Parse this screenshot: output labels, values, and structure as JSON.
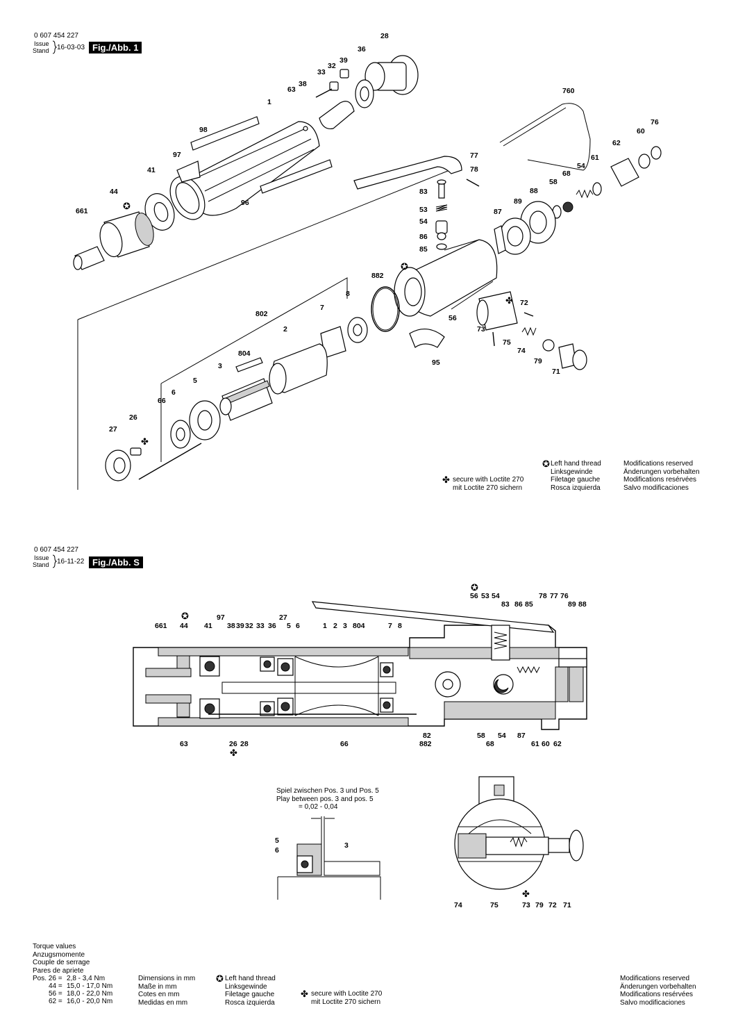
{
  "fig1": {
    "doc_number": "0 607 454 227",
    "issue_label": "Issue",
    "stand_label": "Stand",
    "date": "16-03-03",
    "badge": "Fig./Abb. 1",
    "parts": [
      "28",
      "36",
      "39",
      "32",
      "33",
      "38",
      "63",
      "1",
      "760",
      "76",
      "60",
      "62",
      "61",
      "54",
      "68",
      "58",
      "98",
      "97",
      "77",
      "78",
      "41",
      "83",
      "53",
      "54",
      "86",
      "85",
      "88",
      "89",
      "87",
      "44",
      "661",
      "96",
      "882",
      "56",
      "72",
      "73",
      "75",
      "74",
      "79",
      "71",
      "95",
      "8",
      "7",
      "802",
      "2",
      "804",
      "3",
      "5",
      "6",
      "66",
      "26",
      "27"
    ],
    "legend_lh": [
      "Left hand thread",
      "Linksgewinde",
      "Filetage gauche",
      "Rosca izquierda"
    ],
    "legend_loctite": [
      "secure with Loctite 270",
      "mit Loctite 270 sichern"
    ],
    "legend_mods": [
      "Modifications reserved",
      "Änderungen vorbehalten",
      "Modifications resérvées",
      "Salvo modificaciones"
    ]
  },
  "figS": {
    "doc_number": "0 607 454 227",
    "issue_label": "Issue",
    "stand_label": "Stand",
    "date": "16-11-22",
    "badge": "Fig./Abb. S",
    "top_labels": [
      "661",
      "44",
      "41",
      "97",
      "38",
      "39",
      "32",
      "33",
      "36",
      "27",
      "5",
      "6",
      "1",
      "2",
      "3",
      "804",
      "7",
      "8",
      "56",
      "53",
      "54",
      "83",
      "86",
      "85",
      "78",
      "77",
      "76",
      "89",
      "88"
    ],
    "bottom_labels": [
      "63",
      "26",
      "28",
      "66",
      "82",
      "882",
      "58",
      "68",
      "54",
      "87",
      "61",
      "60",
      "62"
    ],
    "play_note": [
      "Spiel zwischen Pos. 3 und Pos. 5",
      "Play between pos. 3 and pos. 5",
      "= 0,02 - 0,04"
    ],
    "detail_labels": [
      "5",
      "6",
      "3"
    ],
    "valve_labels": [
      "74",
      "75",
      "73",
      "79",
      "72",
      "71"
    ],
    "torque_title": [
      "Torque values",
      "Anzugsmomente",
      "Couple de serrage",
      "Pares de apriete"
    ],
    "torque_rows": [
      [
        "Pos. 26 =",
        "2,8 -  3,4 Nm"
      ],
      [
        "44 =",
        "15,0 - 17,0 Nm"
      ],
      [
        "56 =",
        "18,0 - 22,0 Nm"
      ],
      [
        "62 =",
        "16,0 - 20,0 Nm"
      ]
    ],
    "dimensions": [
      "Dimensions in mm",
      "Maße in mm",
      "Cotes en mm",
      "Medidas en mm"
    ],
    "legend_lh": [
      "Left hand thread",
      "Linksgewinde",
      "Filetage gauche",
      "Rosca izquierda"
    ],
    "legend_loctite": [
      "secure with Loctite 270",
      "mit Loctite 270 sichern"
    ],
    "legend_mods": [
      "Modifications reserved",
      "Änderungen vorbehalten",
      "Modifications resérvées",
      "Salvo modificaciones"
    ]
  }
}
